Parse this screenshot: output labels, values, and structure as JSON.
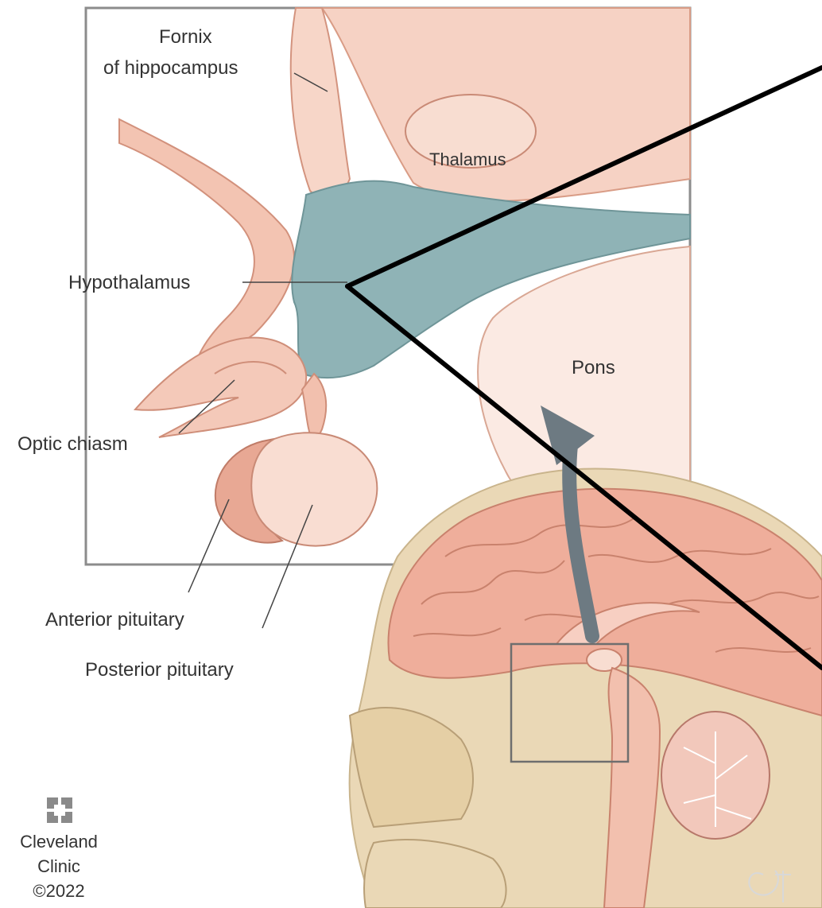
{
  "labels": {
    "fornix_line1": "Fornix",
    "fornix_line2": "of hippocampus",
    "thalamus": "Thalamus",
    "hypothalamus": "Hypothalamus",
    "pons": "Pons",
    "optic_chiasm": "Optic chiasm",
    "anterior_pituitary": "Anterior pituitary",
    "posterior_pituitary": "Posterior pituitary"
  },
  "credit": {
    "line1": "Cleveland",
    "line2": "Clinic",
    "line3": "©2022"
  },
  "colors": {
    "hypothalamus": "#8fb3b6",
    "tissue": "#f3c9b8",
    "tissue_dark": "#e0a08c",
    "brain": "#efae9b",
    "bone": "#ead8b6",
    "frame": "#8c8c8c",
    "arrow": "#6d7a82",
    "pointer": "#000000"
  }
}
